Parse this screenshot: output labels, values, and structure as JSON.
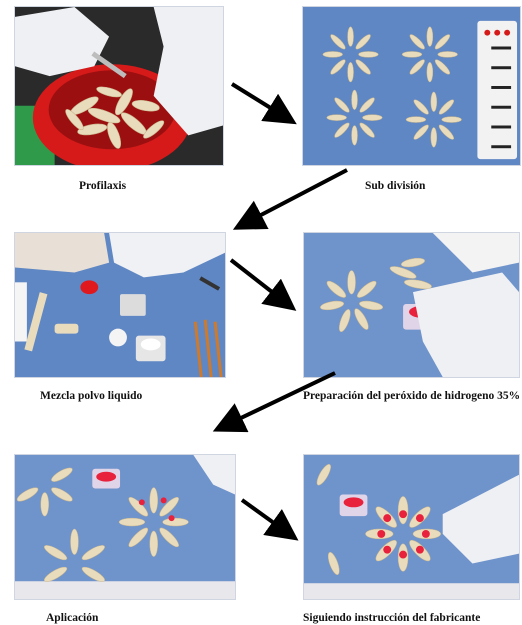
{
  "steps": [
    {
      "label": "Profilaxis"
    },
    {
      "label": "Sub división"
    },
    {
      "label": "Mezcla polvo liquido"
    },
    {
      "label": "Preparación del peróxido de hidrogeno 35%"
    },
    {
      "label": "Aplicación"
    },
    {
      "label": "Siguiendo instrucción del fabricante"
    }
  ],
  "colors": {
    "tray_blue": "#5f87c4",
    "bowl_red": "#d61a1a",
    "glove": "#eef0f3",
    "tooth": "#e9dcbc",
    "gel_red": "#e8213c"
  },
  "icons": [
    "arrow-right-down-icon",
    "arrow-left-down-icon"
  ]
}
